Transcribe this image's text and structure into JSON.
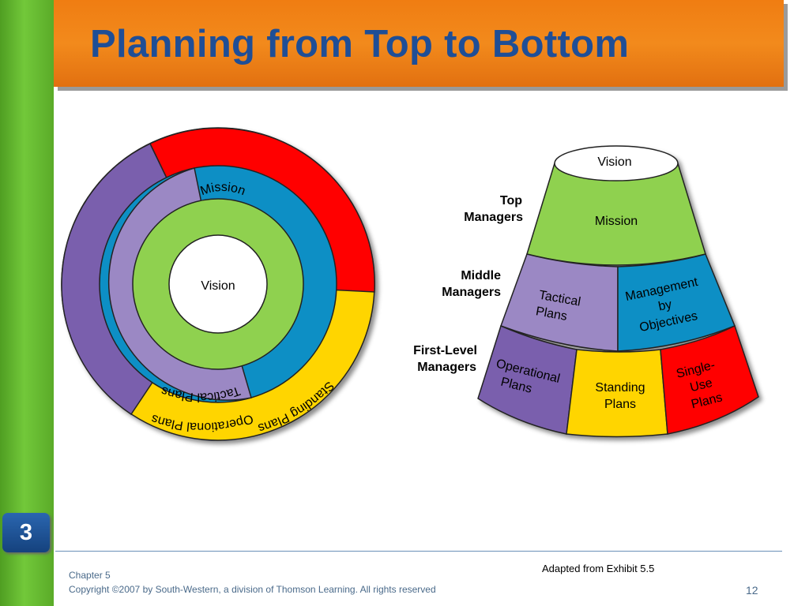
{
  "slide": {
    "title": "Planning from Top to Bottom",
    "chapter_badge": "3",
    "source_note": "Adapted from Exhibit 5.5",
    "footer_chapter": "Chapter 5",
    "footer_copyright": "Copyright ©2007 by South-Western, a division of Thomson Learning.  All rights reserved",
    "page_number": "12"
  },
  "circle_diagram": {
    "center": "Vision",
    "ring_mission": "Mission",
    "ring_tactical": "Tactical Plans",
    "ring_standing": "Standing Plans",
    "ring_operational": "Operational Plans"
  },
  "cone_diagram": {
    "top": "Vision",
    "mission": "Mission",
    "tactical": [
      "Tactical",
      "Plans"
    ],
    "mbo": [
      "Management",
      "by",
      "Objectives"
    ],
    "operational": [
      "Operational",
      "Plans"
    ],
    "standing": [
      "Standing",
      "Plans"
    ],
    "single_use": [
      "Single-",
      "Use",
      "Plans"
    ],
    "levels": {
      "top": [
        "Top",
        "Managers"
      ],
      "middle": [
        "Middle",
        "Managers"
      ],
      "first": [
        "First-Level",
        "Managers"
      ]
    }
  },
  "colors": {
    "header_orange": "#f28a1c",
    "title_blue": "#1f4e96",
    "sidebar_green": "#6cc134",
    "mission_green": "#8fd14f",
    "tactical_lavender": "#9b88c4",
    "mbo_blue": "#0f8fc5",
    "operational_purple": "#7a5fad",
    "standing_yellow": "#ffd500",
    "single_use_red": "#ff0000"
  }
}
